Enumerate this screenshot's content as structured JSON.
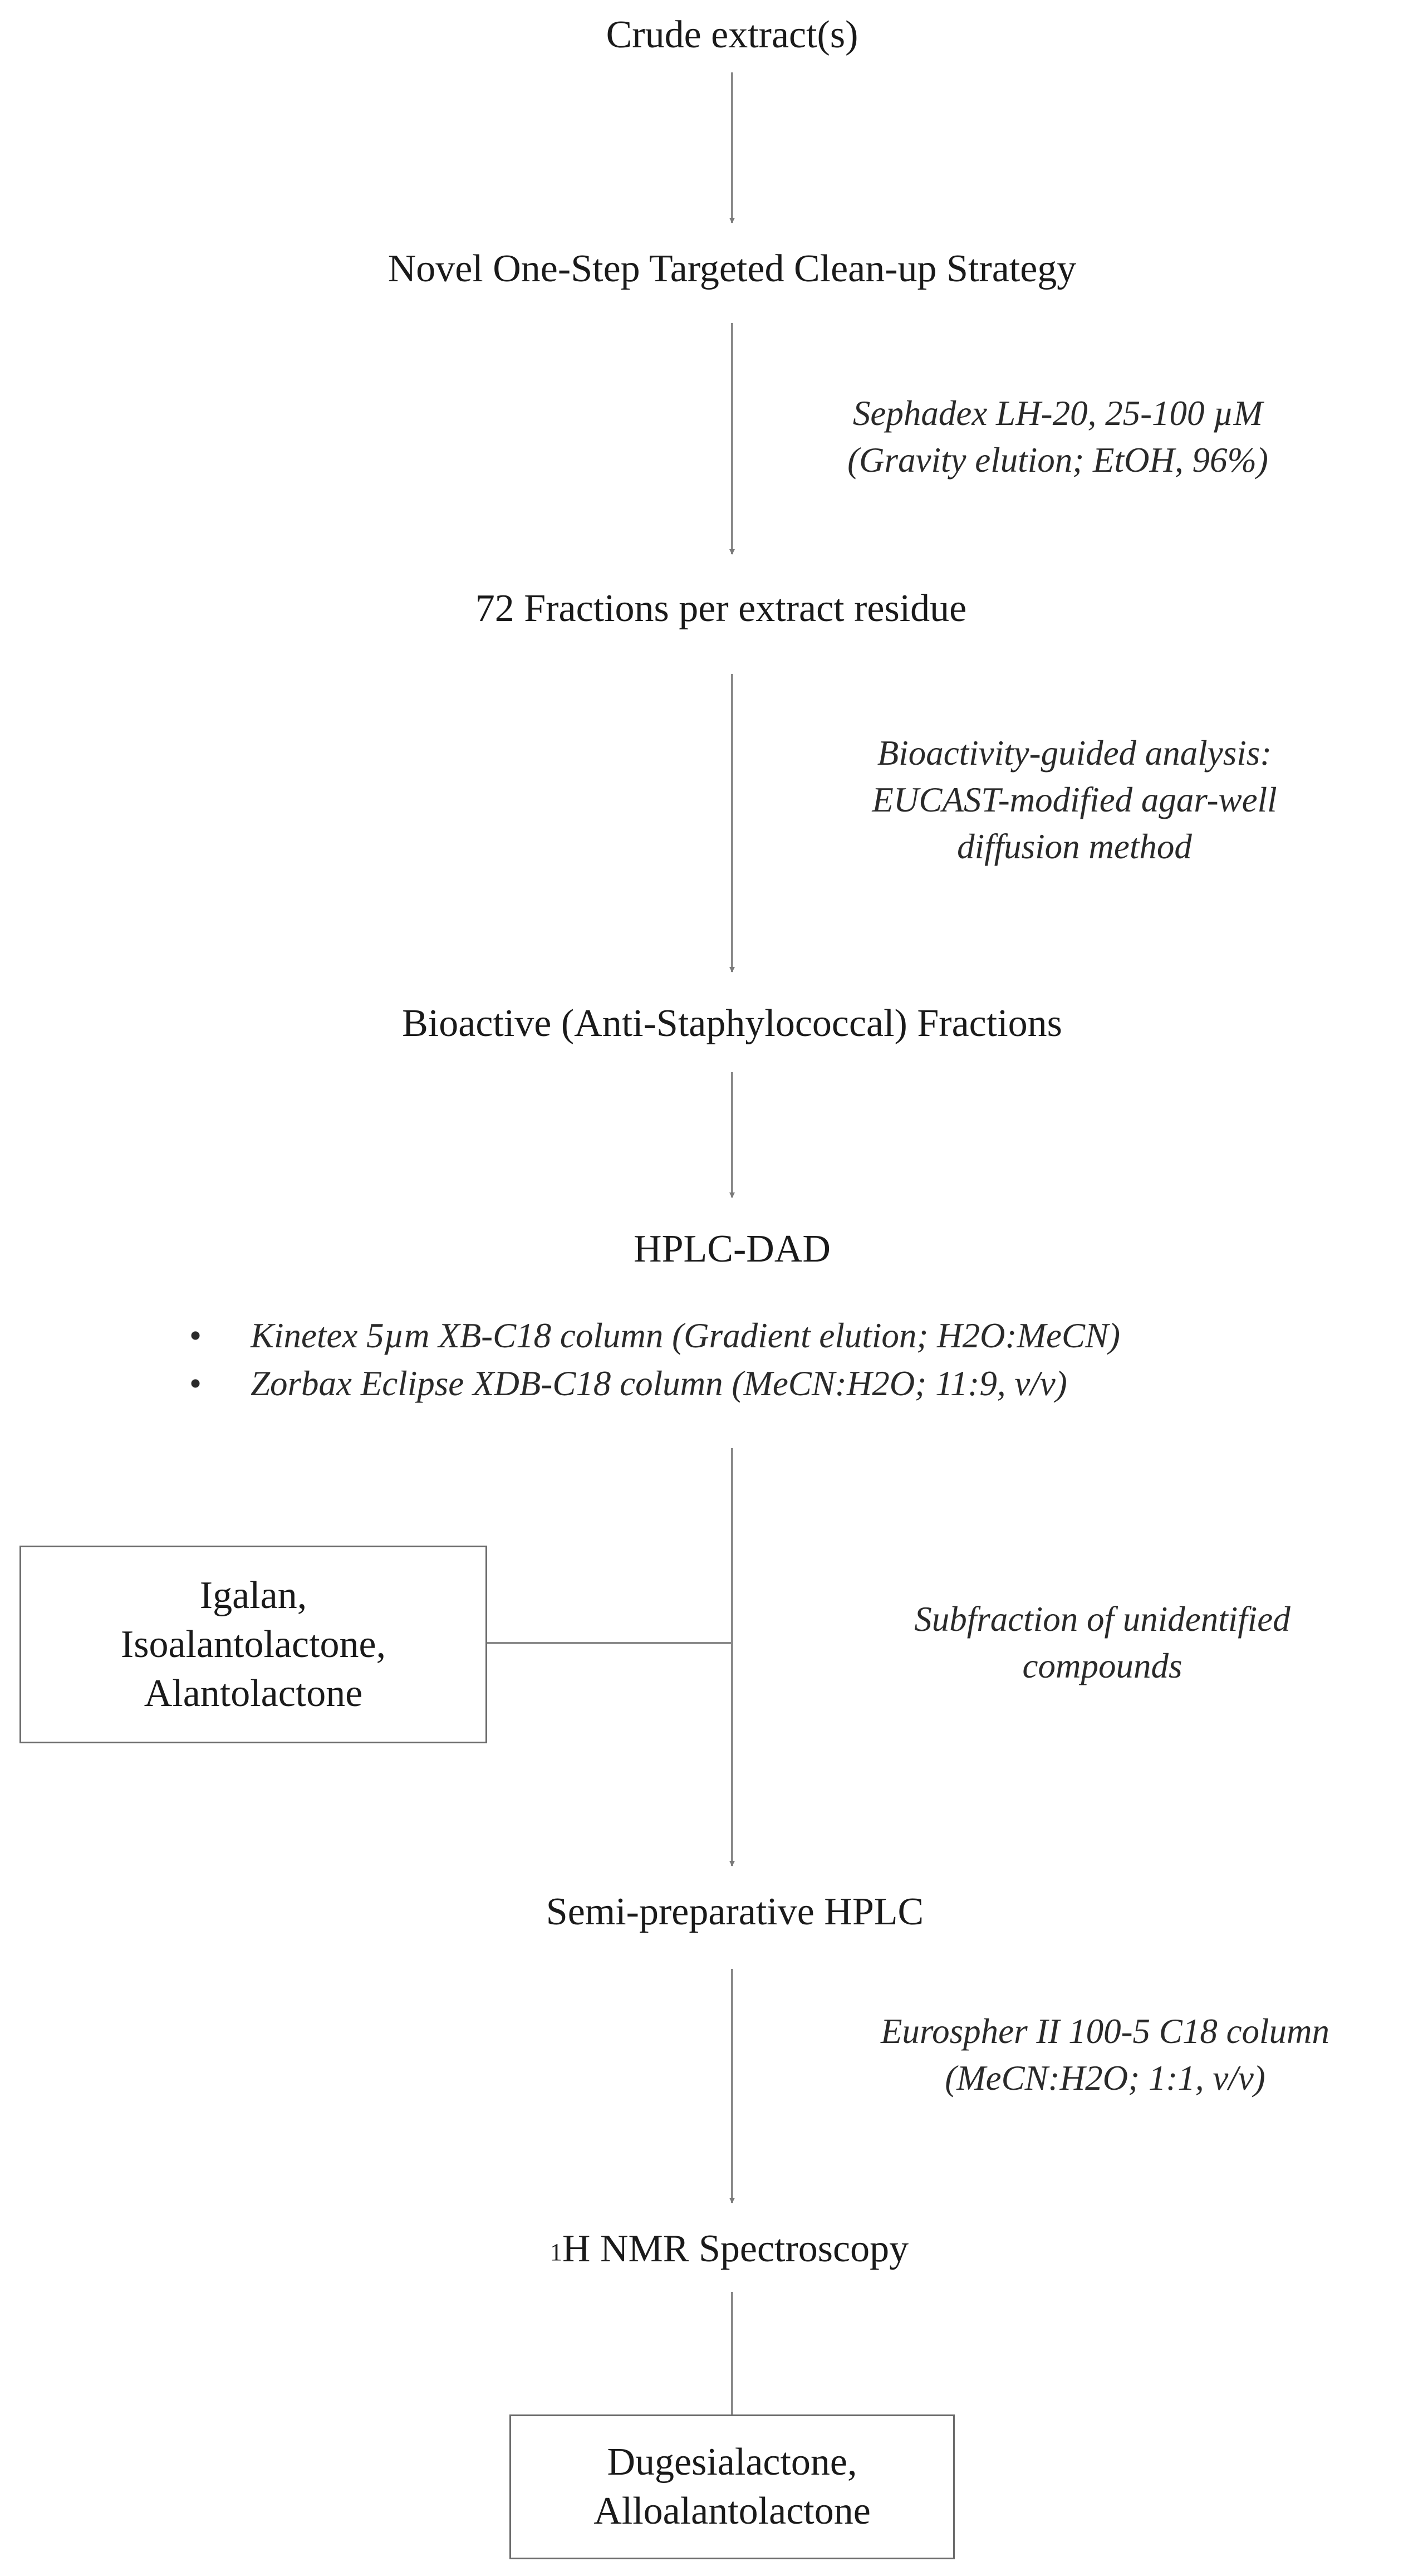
{
  "steps": {
    "crude": "Crude extract(s)",
    "cleanup": "Novel One-Step Targeted Clean-up Strategy",
    "fractions": "72 Fractions per extract residue",
    "bioactive": "Bioactive (Anti-Staphylococcal) Fractions",
    "hplc_dad": "HPLC-DAD",
    "semiprep": "Semi-preparative HPLC",
    "nmr_sup": "1",
    "nmr": "H NMR Spectroscopy"
  },
  "notes": {
    "sephadex": [
      "Sephadex LH-20, 25-100 µM",
      "(Gravity elution; EtOH, 96%)"
    ],
    "bioactivity": [
      "Bioactivity-guided analysis:",
      "EUCAST-modified agar-well",
      "diffusion method"
    ],
    "subfraction": [
      "Subfraction of unidentified",
      "compounds"
    ],
    "eurospher": [
      "Eurospher II 100-5 C18 column",
      "(MeCN:H2O;  1:1, v/v)"
    ]
  },
  "hplc_columns": {
    "bullet": "•",
    "items": [
      "Kinetex 5µm XB-C18 column (Gradient elution; H2O:MeCN)",
      "Zorbax Eclipse XDB-C18 column (MeCN:H2O;  11:9, v/v)"
    ]
  },
  "boxes": {
    "identified_hplc": [
      "Igalan,",
      "Isoalantolactone,",
      "Alantolactone"
    ],
    "identified_nmr": [
      "Dugesialactone,",
      "Alloalantolactone"
    ]
  }
}
